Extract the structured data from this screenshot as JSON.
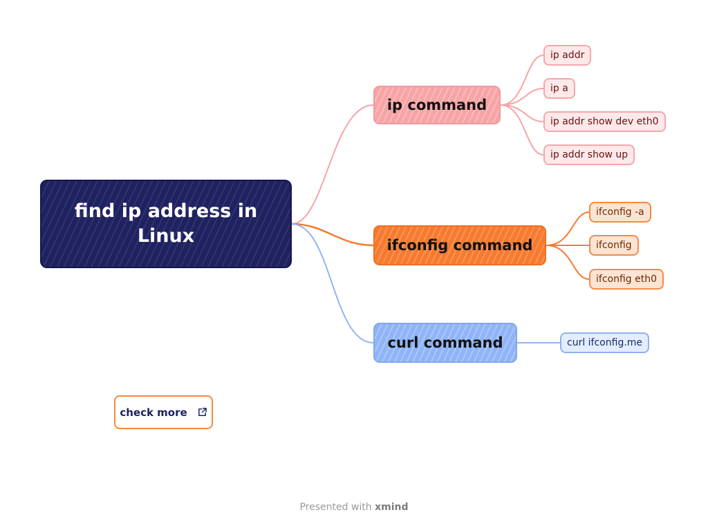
{
  "root": {
    "label": "find ip address in Linux"
  },
  "branches": [
    {
      "label": "ip command",
      "color": "#f7a4a6",
      "children": [
        "ip addr",
        "ip a",
        "ip addr show dev eth0",
        "ip addr show up"
      ]
    },
    {
      "label": "ifconfig command",
      "color": "#f77a2f",
      "children": [
        "ifconfig -a",
        "ifconfig",
        "ifconfig eth0"
      ]
    },
    {
      "label": "curl command",
      "color": "#8fb4f7",
      "children": [
        "curl ifconfig.me"
      ]
    }
  ],
  "link_button": {
    "label": "check more",
    "icon": "external-link-icon"
  },
  "footer": {
    "prefix": "Presented with",
    "brand": "xmind"
  }
}
